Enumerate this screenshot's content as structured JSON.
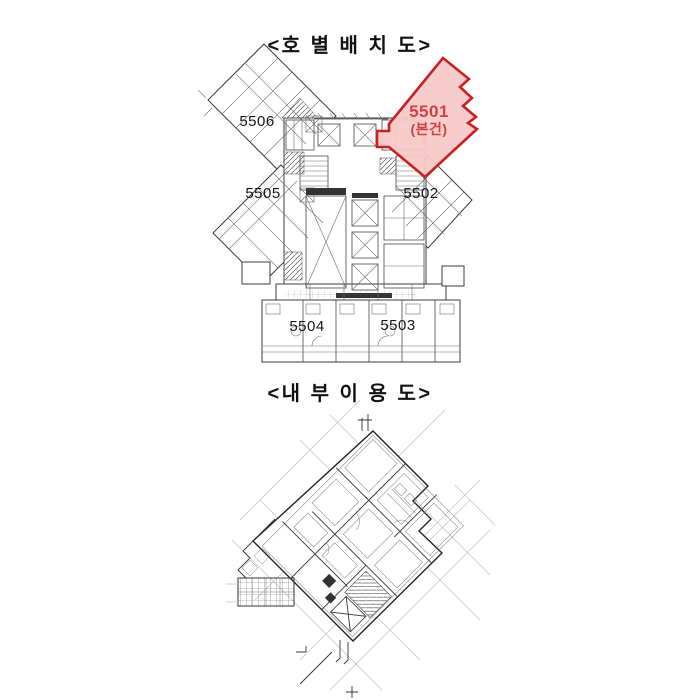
{
  "document": {
    "kind": "appraisal floor-plan sheet",
    "background": "#ffffff"
  },
  "titles": {
    "unit_layout": "<호 별 배 치 도>",
    "interior_usage": "<내 부 이 용 도>"
  },
  "unit_layout": {
    "subject_unit": {
      "number": "5501",
      "tag": "(본건)"
    },
    "units": [
      {
        "number": "5506"
      },
      {
        "number": "5505"
      },
      {
        "number": "5502"
      },
      {
        "number": "5504"
      },
      {
        "number": "5503"
      }
    ]
  },
  "colors": {
    "highlight_fill": "#f6c9c9",
    "highlight_border": "#c92121",
    "highlight_text": "#d34040",
    "plan_line_dark": "#3c3c3c",
    "plan_line_light": "#c2c2c2"
  }
}
